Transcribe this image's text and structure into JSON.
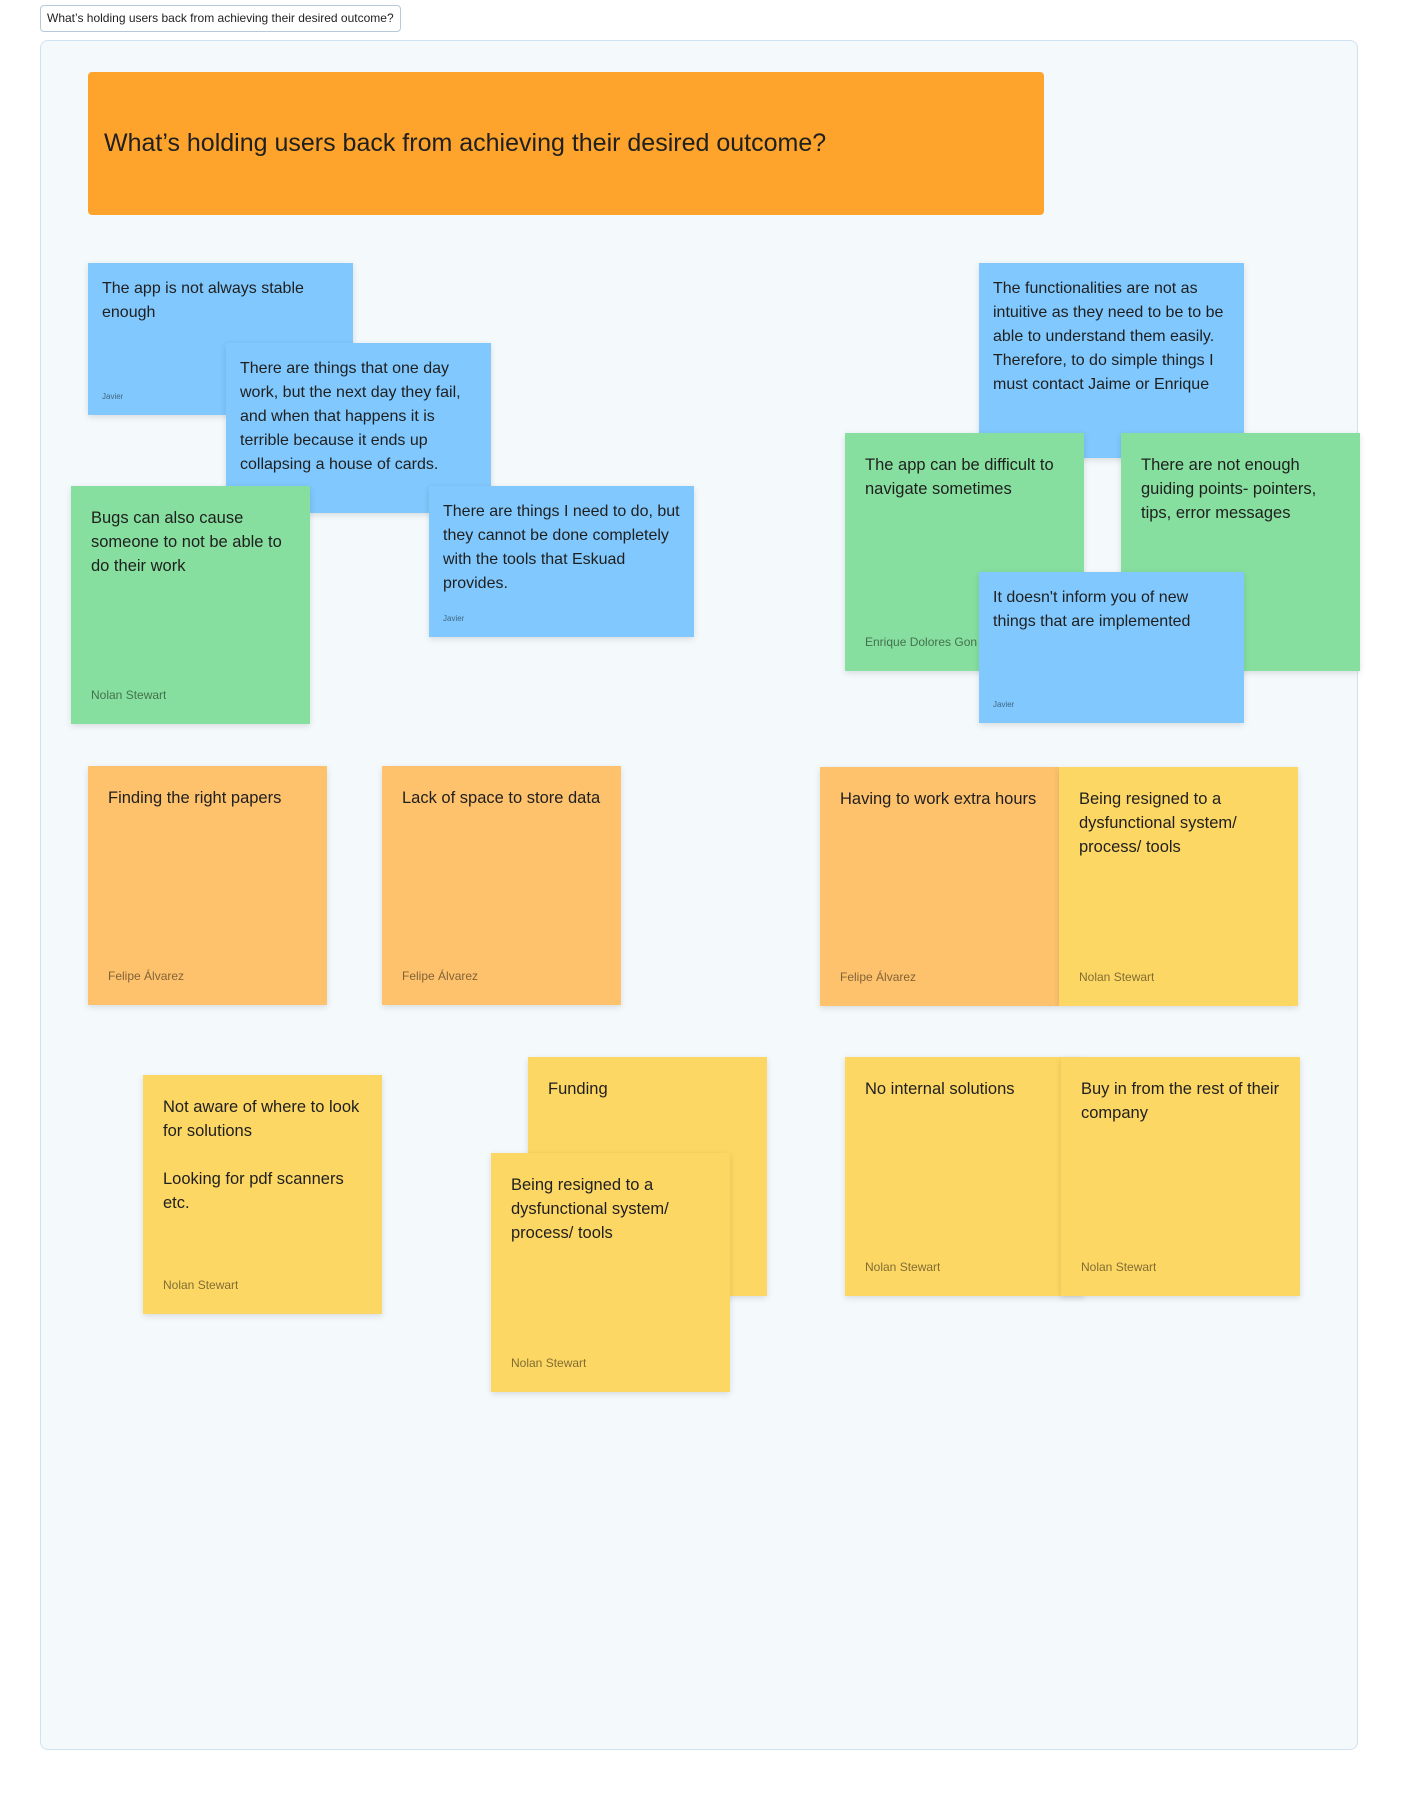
{
  "frame": {
    "label": "What’s holding users back from achieving their desired outcome?"
  },
  "header": {
    "title": "What’s holding users back from achieving their desired outcome?"
  },
  "colors": {
    "header": "#fea42c",
    "blue": "#80c8fd",
    "green": "#86df9e",
    "orange": "#fec26d",
    "yellow": "#fdd764",
    "frame_bg": "#f4f9fc"
  },
  "stickies": [
    {
      "id": "s1",
      "color": "blue",
      "text": "The app is not always stable enough",
      "author": "Javier"
    },
    {
      "id": "s2",
      "color": "blue",
      "text": "There are things that one day work, but the next day they fail, and when that happens it is terrible because it ends up collapsing a house of cards.",
      "author": ""
    },
    {
      "id": "s3",
      "color": "green",
      "text": "Bugs can also cause someone to not be able to do their work",
      "author": "Nolan Stewart"
    },
    {
      "id": "s4",
      "color": "blue",
      "text": "There are things I need to do, but they cannot be done completely with the tools that Eskuad provides.",
      "author": "Javier"
    },
    {
      "id": "s5",
      "color": "blue",
      "text": "The functionalities are not as intuitive as they need to be to be able to understand them easily. Therefore, to do simple things I must contact Jaime or Enrique",
      "author": ""
    },
    {
      "id": "s6",
      "color": "green",
      "text": "The app can be difficult to navigate sometimes",
      "author": "Enrique Dolores Gon"
    },
    {
      "id": "s7",
      "color": "green",
      "text": "There are not enough guiding points- pointers, tips, error messages",
      "author": ""
    },
    {
      "id": "s8",
      "color": "blue",
      "text": "It doesn't inform you of new things that are implemented",
      "author": "Javier"
    },
    {
      "id": "s9",
      "color": "orange",
      "text": "Finding the right papers",
      "author": "Felipe Álvarez"
    },
    {
      "id": "s10",
      "color": "orange",
      "text": "Lack of space to store data",
      "author": "Felipe Álvarez"
    },
    {
      "id": "s11",
      "color": "orange",
      "text": "Having to work extra hours",
      "author": "Felipe Álvarez"
    },
    {
      "id": "s12",
      "color": "yellow",
      "text": "Being resigned to a dysfunctional system/ process/ tools",
      "author": "Nolan Stewart"
    },
    {
      "id": "s13",
      "color": "yellow",
      "text": "Not aware of where to look for solutions\n\nLooking for pdf scanners etc.",
      "author": "Nolan Stewart"
    },
    {
      "id": "s14",
      "color": "yellow",
      "text": "Funding",
      "author": ""
    },
    {
      "id": "s15",
      "color": "yellow",
      "text": "Being resigned to a dysfunctional system/ process/ tools",
      "author": "Nolan Stewart"
    },
    {
      "id": "s16",
      "color": "yellow",
      "text": "No internal solutions",
      "author": "Nolan Stewart"
    },
    {
      "id": "s17",
      "color": "yellow",
      "text": "Buy in from the rest of their company",
      "author": "Nolan Stewart"
    }
  ]
}
